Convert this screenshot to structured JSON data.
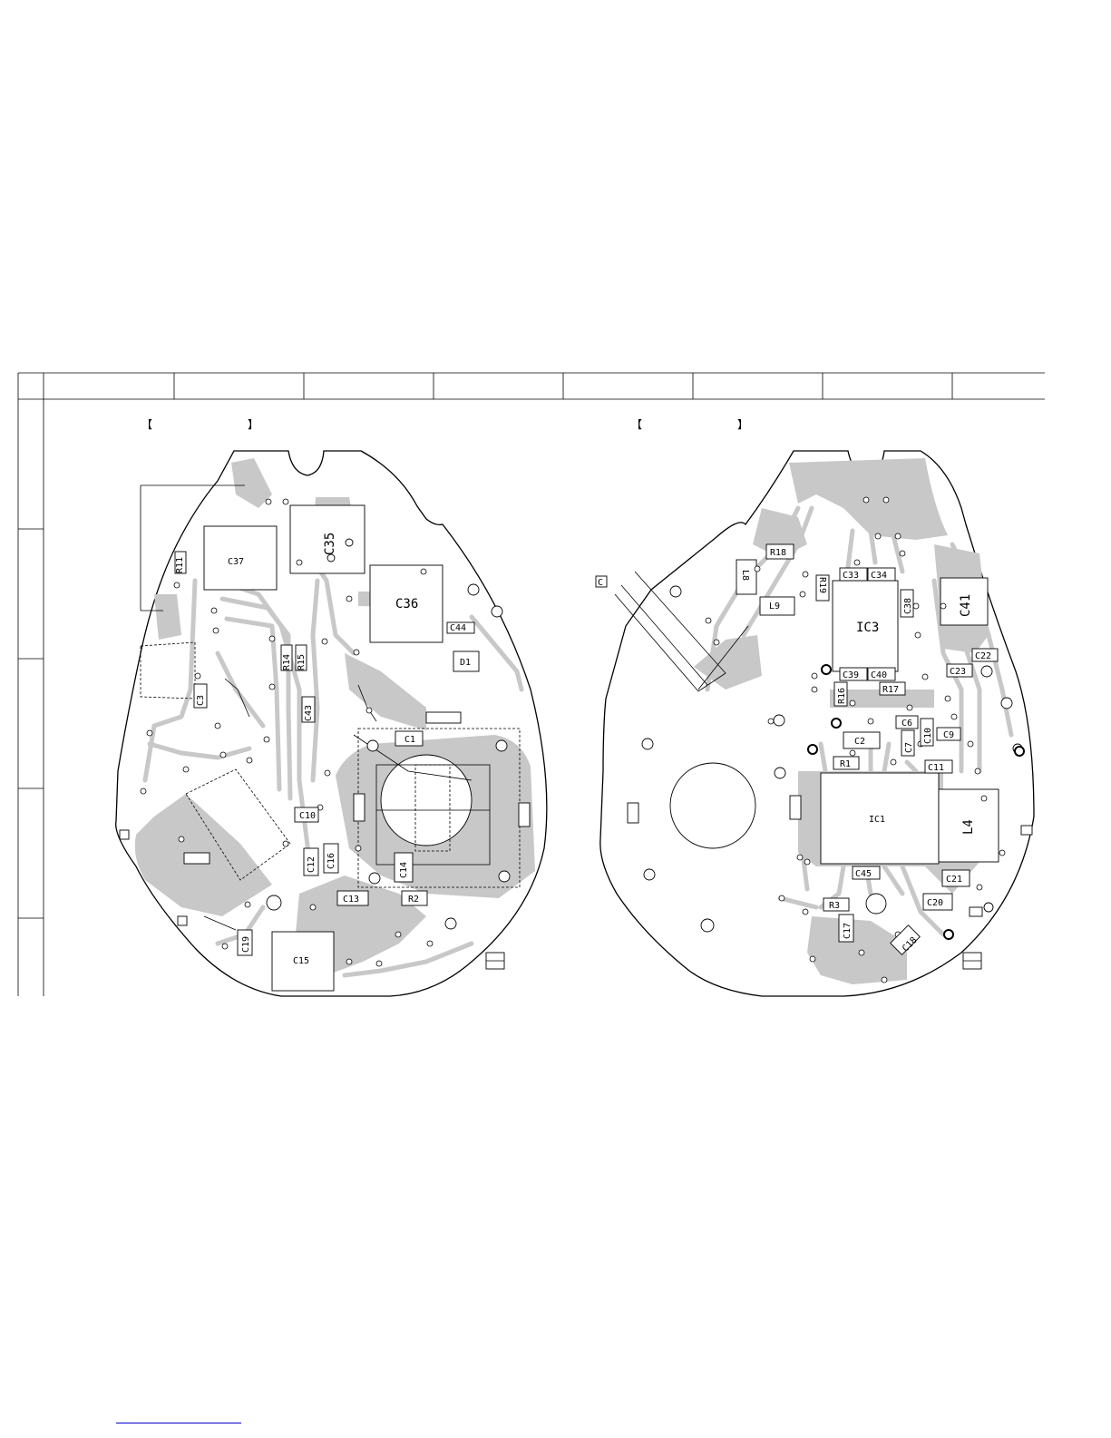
{
  "sheet": {
    "brackets": {
      "left": "【",
      "right": "】"
    },
    "side_marker": "C"
  },
  "board_a": {
    "components": [
      "C37",
      "C35",
      "R11",
      "C36",
      "C44",
      "R14",
      "R15",
      "D1",
      "C3",
      "C43",
      "C1",
      "C10",
      "C12",
      "C16",
      "C14",
      "C13",
      "R2",
      "C19",
      "C15"
    ]
  },
  "board_b": {
    "components": [
      "R18",
      "L8",
      "L9",
      "R19",
      "C33",
      "C34",
      "C38",
      "C41",
      "IC3",
      "C22",
      "C23",
      "C39",
      "C40",
      "R16",
      "R17",
      "C6",
      "C10",
      "C9",
      "C7",
      "C2",
      "R1",
      "C11",
      "IC1",
      "L4",
      "C45",
      "C21",
      "C20",
      "R3",
      "C17",
      "C18"
    ]
  },
  "colors": {
    "copper": "#c8c8c8",
    "ink": "#000000",
    "link": "#0000cc"
  }
}
